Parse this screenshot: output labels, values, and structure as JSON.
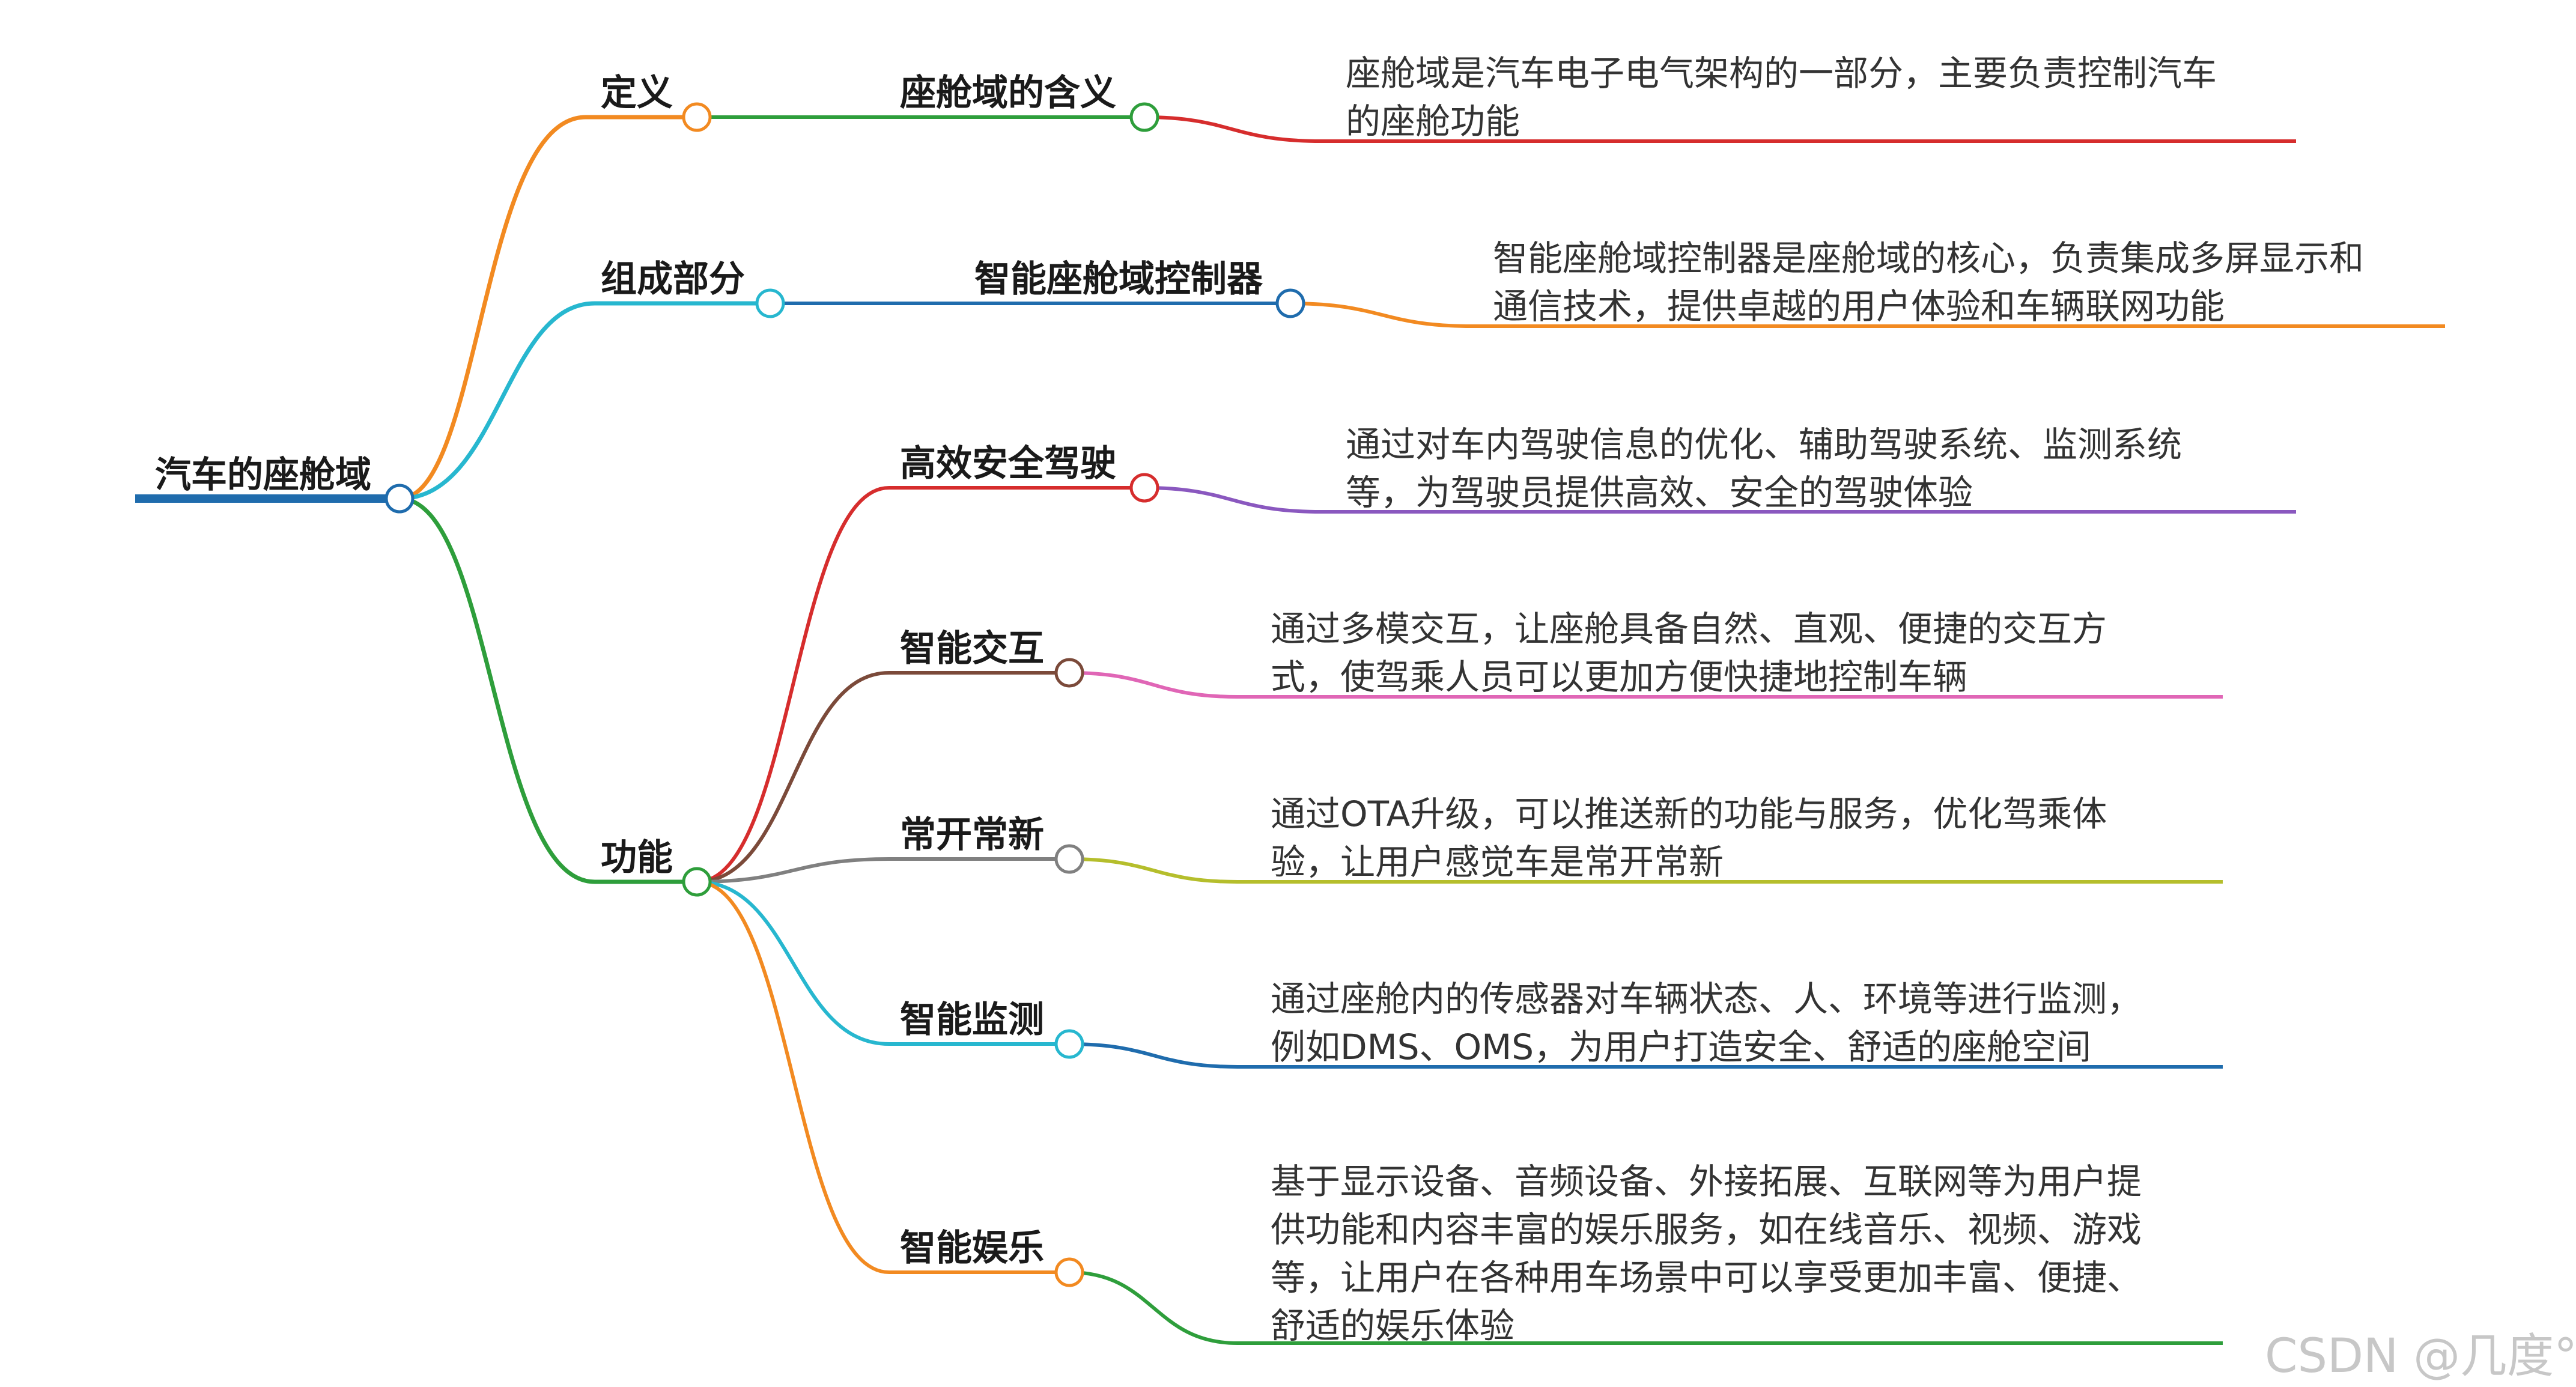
{
  "root": {
    "label": "汽车的座舱域"
  },
  "branches": {
    "definition": {
      "label": "定义",
      "child": {
        "label": "座舱域的含义",
        "desc_lines": [
          "座舱域是汽车电子电气架构的一部分，主要负责控制汽车",
          "的座舱功能"
        ]
      }
    },
    "components": {
      "label": "组成部分",
      "child": {
        "label": "智能座舱域控制器",
        "desc_lines": [
          "智能座舱域控制器是座舱域的核心，负责集成多屏显示和",
          "通信技术，提供卓越的用户体验和车辆联网功能"
        ]
      }
    },
    "functions": {
      "label": "功能",
      "children": [
        {
          "label": "高效安全驾驶",
          "desc_lines": [
            "通过对车内驾驶信息的优化、辅助驾驶系统、监测系统",
            "等，为驾驶员提供高效、安全的驾驶体验"
          ]
        },
        {
          "label": "智能交互",
          "desc_lines": [
            "通过多模交互，让座舱具备自然、直观、便捷的交互方",
            "式，使驾乘人员可以更加方便快捷地控制车辆"
          ]
        },
        {
          "label": "常开常新",
          "desc_lines": [
            "通过OTA升级，可以推送新的功能与服务，优化驾乘体",
            "验，让用户感觉车是常开常新"
          ]
        },
        {
          "label": "智能监测",
          "desc_lines": [
            "通过座舱内的传感器对车辆状态、人、环境等进行监测，",
            "例如DMS、OMS，为用户打造安全、舒适的座舱空间"
          ]
        },
        {
          "label": "智能娱乐",
          "desc_lines": [
            "基于显示设备、音频设备、外接拓展、互联网等为用户提",
            "供功能和内容丰富的娱乐服务，如在线音乐、视频、游戏",
            "等，让用户在各种用车场景中可以享受更加丰富、便捷、",
            "舒适的娱乐体验"
          ]
        }
      ]
    }
  },
  "colors": {
    "root": "#1f6cad",
    "definition": "#f28a21",
    "definition_child": "#2e9e3b",
    "definition_leaf": "#d62d2d",
    "components": "#27b7cf",
    "components_child": "#1f6cad",
    "components_leaf": "#f28a21",
    "functions": "#2e9e3b",
    "f1": "#d62d2d",
    "f1_leaf": "#8a58bf",
    "f2": "#7b4a3a",
    "f2_leaf": "#e066b6",
    "f3": "#808080",
    "f3_leaf": "#b5be2c",
    "f4": "#27b7cf",
    "f4_leaf": "#1f6cad",
    "f5": "#f28a21",
    "f5_leaf": "#2e9e3b"
  },
  "watermark": "CSDN @几度°"
}
